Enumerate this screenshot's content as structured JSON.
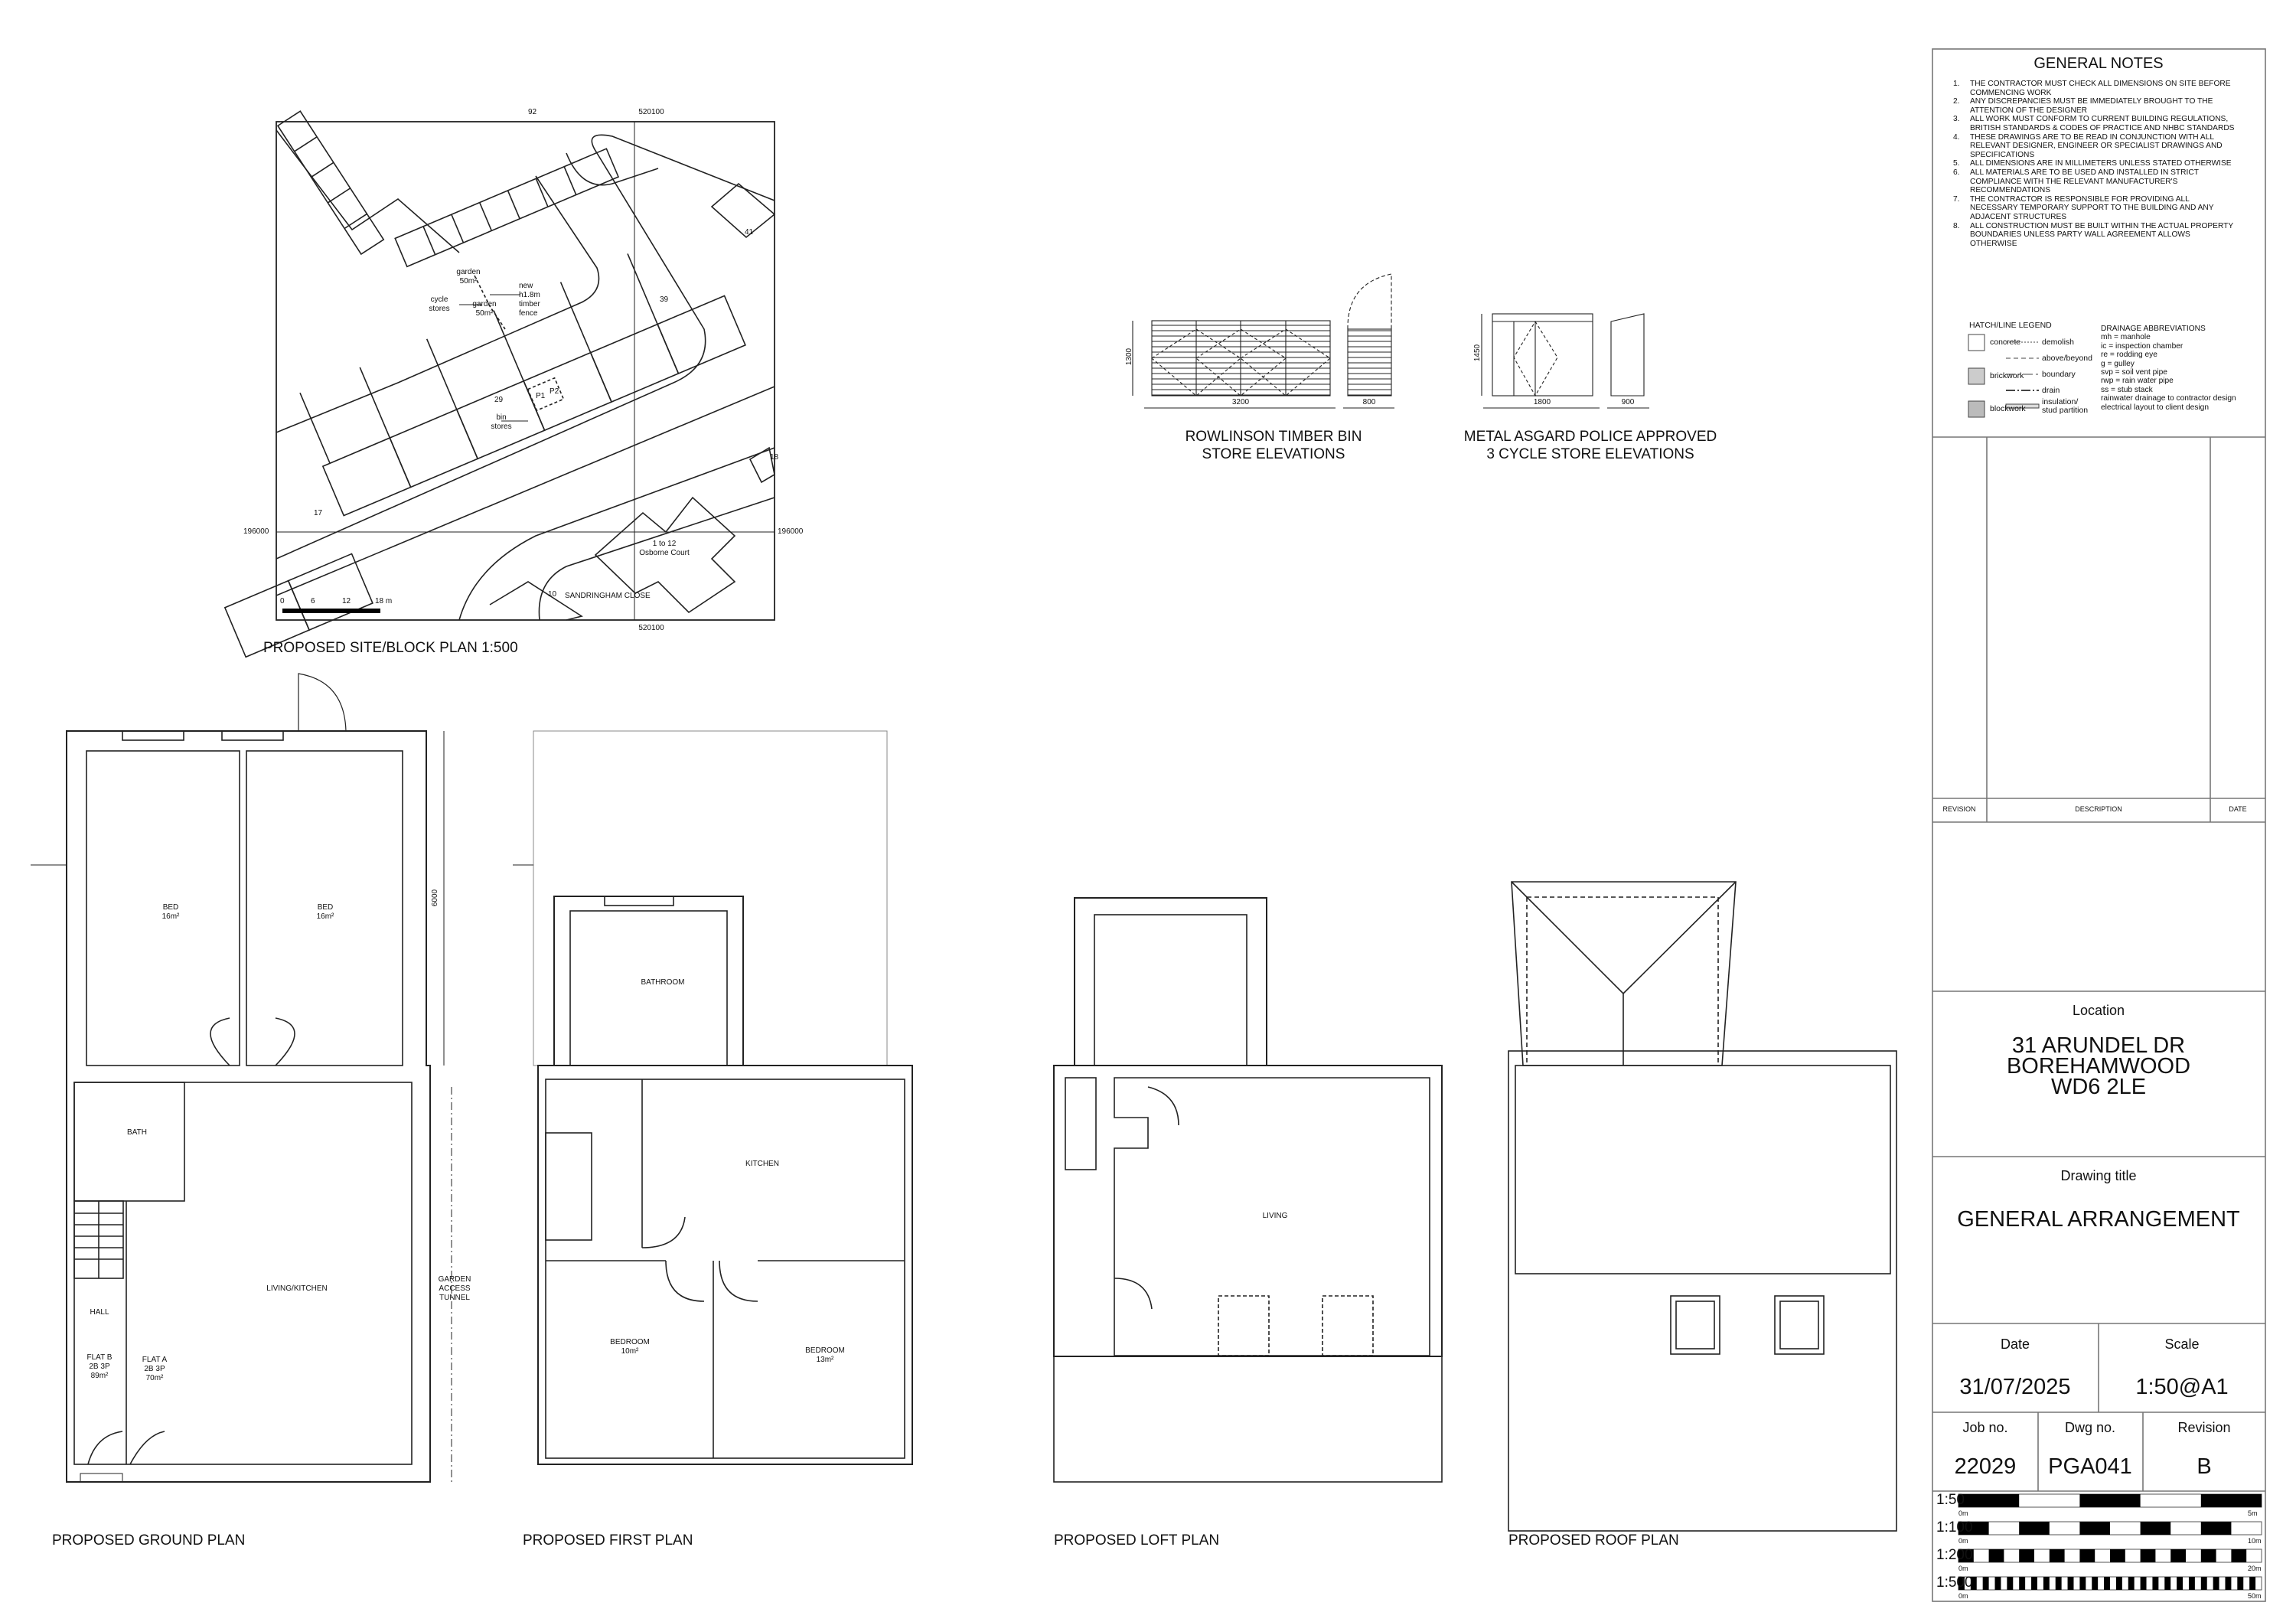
{
  "site_plan": {
    "title": "PROPOSED SITE/BLOCK PLAN 1:500",
    "labels": {
      "n92": "92",
      "grid_e_top": "520100",
      "grid_e_bottom": "520100",
      "grid_n_left": "196000",
      "grid_n_right": "196000",
      "n41": "41",
      "n39": "39",
      "n29": "29",
      "n17": "17",
      "n18": "18",
      "n10": "10",
      "osborne": "1 to 12\nOsborne Court",
      "street": "SANDRINGHAM CLOSE",
      "garden1": "garden\n50m²",
      "garden2": "garden\n50m²",
      "cycle": "cycle\nstores",
      "fence": "new\nh1.8m\ntimber\nfence",
      "bin": "bin\nstores",
      "p1": "P1",
      "p2": "P2"
    },
    "scale_ticks": [
      "0",
      "6",
      "12",
      "18 m"
    ]
  },
  "elevations": {
    "bin_store": {
      "title_1": "ROWLINSON TIMBER BIN",
      "title_2": "STORE ELEVATIONS",
      "height": "1300",
      "width": "3200",
      "depth": "800"
    },
    "cycle_store": {
      "title_1": "METAL ASGARD POLICE APPROVED",
      "title_2": "3 CYCLE STORE ELEVATIONS",
      "height": "1450",
      "width": "1800",
      "depth": "900"
    }
  },
  "plans": {
    "ground": {
      "title": "PROPOSED GROUND PLAN",
      "rooms": {
        "bed1": "BED\n16m²",
        "bed2": "BED\n16m²",
        "bath": "BATH",
        "hall": "HALL",
        "flat_b": "FLAT B\n2B 3P\n89m²",
        "flat_a": "FLAT A\n2B 3P\n70m²",
        "living": "LIVING/KITCHEN",
        "tunnel": "GARDEN\nACCESS\nTUNNEL"
      },
      "dimension": "6000"
    },
    "first": {
      "title": "PROPOSED FIRST PLAN",
      "rooms": {
        "bathroom": "BATHROOM",
        "kitchen": "KITCHEN",
        "bedroom1": "BEDROOM\n10m²",
        "bedroom2": "BEDROOM\n13m²"
      }
    },
    "loft": {
      "title": "PROPOSED LOFT PLAN",
      "rooms": {
        "living": "LIVING"
      }
    },
    "roof": {
      "title": "PROPOSED ROOF PLAN"
    }
  },
  "title_block": {
    "notes_title": "GENERAL NOTES",
    "notes": [
      "THE CONTRACTOR MUST CHECK ALL DIMENSIONS ON SITE BEFORE COMMENCING WORK",
      "ANY DISCREPANCIES MUST BE IMMEDIATELY BROUGHT TO THE ATTENTION OF THE DESIGNER",
      "ALL WORK MUST CONFORM TO CURRENT BUILDING REGULATIONS, BRITISH STANDARDS & CODES OF PRACTICE AND NHBC STANDARDS",
      "THESE DRAWINGS ARE TO BE READ IN CONJUNCTION WITH ALL RELEVANT DESIGNER, ENGINEER OR SPECIALIST DRAWINGS AND SPECIFICATIONS",
      "ALL DIMENSIONS ARE IN MILLIMETERS UNLESS STATED OTHERWISE",
      "ALL MATERIALS ARE TO BE USED AND INSTALLED IN STRICT COMPLIANCE WITH THE RELEVANT MANUFACTURER'S RECOMMENDATIONS",
      "THE CONTRACTOR IS RESPONSIBLE FOR PROVIDING ALL NECESSARY TEMPORARY SUPPORT TO THE BUILDING AND ANY ADJACENT STRUCTURES",
      "ALL CONSTRUCTION MUST BE BUILT WITHIN THE ACTUAL PROPERTY BOUNDARIES UNLESS PARTY WALL AGREEMENT ALLOWS OTHERWISE"
    ],
    "legend_title": "HATCH/LINE LEGEND",
    "hatches": [
      "concrete",
      "brickwork",
      "blockwork"
    ],
    "lines": [
      "demolish",
      "above/beyond",
      "boundary",
      "drain",
      "insulation/\nstud partition"
    ],
    "drainage_title": "DRAINAGE ABBREVIATIONS",
    "drainage": [
      "mh = manhole",
      "ic = inspection chamber",
      "re = rodding eye",
      "g = gulley",
      "svp = soil vent pipe",
      "rwp = rain water pipe",
      "ss = stub stack",
      "rainwater drainage to contractor design",
      "electrical layout to client design"
    ],
    "revision_headers": {
      "revision": "REVISION",
      "description": "DESCRIPTION",
      "date": "DATE"
    },
    "location_label": "Location",
    "location": [
      "31 ARUNDEL DR",
      "BOREHAMWOOD",
      "WD6 2LE"
    ],
    "drawing_title_label": "Drawing title",
    "drawing_title": "GENERAL ARRANGEMENT",
    "date_label": "Date",
    "date": "31/07/2025",
    "scale_label": "Scale",
    "scale": "1:50@A1",
    "job_label": "Job no.",
    "job": "22029",
    "dwg_label": "Dwg no.",
    "dwg": "PGA041",
    "revision_label": "Revision",
    "revision": "B",
    "scale_bars": [
      {
        "label": "1:50",
        "start": "0m",
        "end": "5m",
        "divisions": 5
      },
      {
        "label": "1:100",
        "start": "0m",
        "end": "10m",
        "divisions": 10
      },
      {
        "label": "1:200",
        "start": "0m",
        "end": "20m",
        "divisions": 20
      },
      {
        "label": "1:500",
        "start": "0m",
        "end": "50m",
        "divisions": 50
      }
    ]
  }
}
